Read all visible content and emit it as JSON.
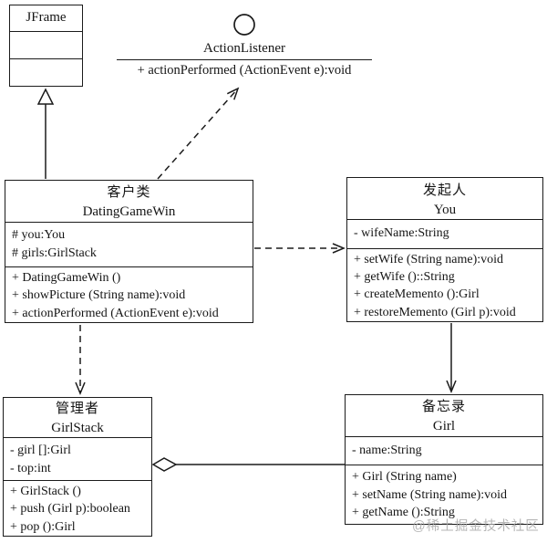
{
  "watermark": "@稀土掘金技术社区",
  "interface": {
    "name": "ActionListener",
    "method": "+ actionPerformed (ActionEvent e):void"
  },
  "classes": {
    "jframe": {
      "name": "JFrame"
    },
    "client": {
      "cn_name": "客户类",
      "name": "DatingGameWin",
      "attributes": [
        "# you:You",
        "# girls:GirlStack"
      ],
      "methods": [
        "+ DatingGameWin ()",
        "+ showPicture (String name):void",
        "+ actionPerformed (ActionEvent e):void"
      ]
    },
    "originator": {
      "cn_name": "发起人",
      "name": "You",
      "attributes": [
        "- wifeName:String"
      ],
      "methods": [
        "+ setWife (String name):void",
        "+ getWife ()::String",
        "+ createMemento ():Girl",
        "+ restoreMemento (Girl p):void"
      ]
    },
    "caretaker": {
      "cn_name": "管理者",
      "name": "GirlStack",
      "attributes": [
        "- girl []:Girl",
        "- top:int"
      ],
      "methods": [
        "+ GirlStack ()",
        "+ push (Girl p):boolean",
        "+ pop ():Girl"
      ]
    },
    "memento": {
      "cn_name": "备忘录",
      "name": "Girl",
      "attributes": [
        "- name:String"
      ],
      "methods": [
        "+ Girl (String name)",
        "+ setName (String name):void",
        "+ getName ():String"
      ]
    }
  },
  "colors": {
    "line": "#1b1b1b",
    "text": "#141414",
    "background": "#ffffff",
    "watermark": "#a5a5a5"
  }
}
